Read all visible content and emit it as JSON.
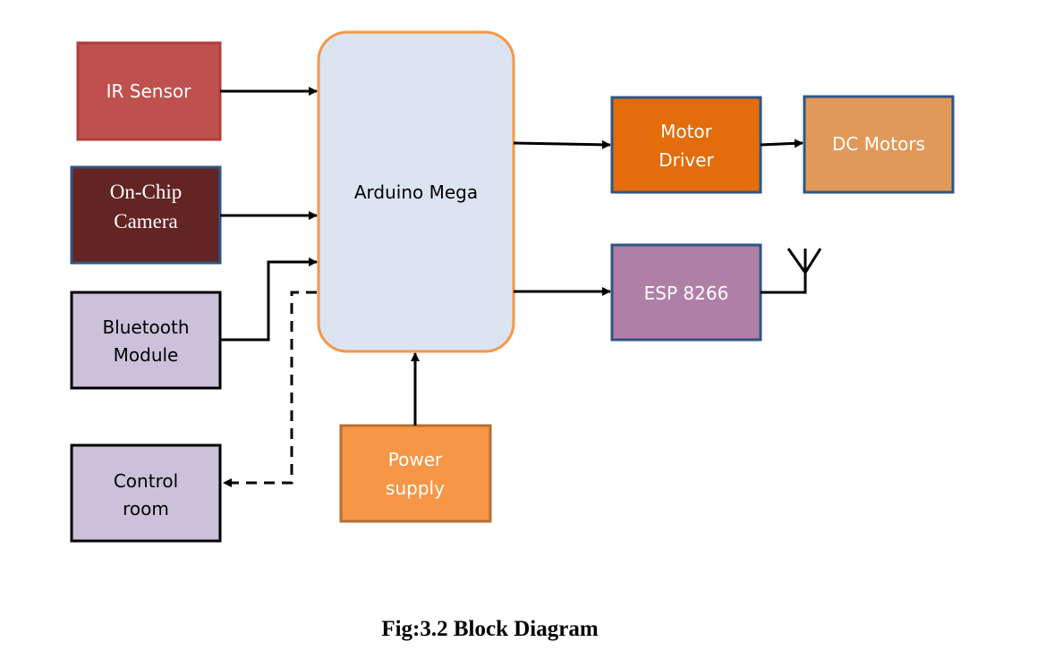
{
  "blocks": {
    "ir_sensor": {
      "label": "IR Sensor",
      "fill": "#c0504d",
      "border": "#b23c3c",
      "text_color": "#ffffff"
    },
    "camera": {
      "line1": "On-Chip",
      "line2": "Camera",
      "fill": "#632523",
      "border": "#2e5683",
      "text_color": "#ffffff"
    },
    "bluetooth": {
      "line1": "Bluetooth",
      "line2": "Module",
      "fill": "#ccc1da",
      "border": "#000000",
      "text_color": "#000000"
    },
    "control_room": {
      "line1": "Control",
      "line2": "room",
      "fill": "#ccc1da",
      "border": "#000000",
      "text_color": "#000000"
    },
    "arduino": {
      "label": "Arduino Mega",
      "fill": "#dbe5f1",
      "border": "#f79646",
      "text_color": "#000000"
    },
    "power": {
      "line1": "Power",
      "line2": "supply",
      "fill": "#f79646",
      "border": "#b66d31",
      "text_color": "#ffffff"
    },
    "motor_driver": {
      "line1": "Motor",
      "line2": "Driver",
      "fill": "#e46c0a",
      "border": "#2e5683",
      "text_color": "#ffffff"
    },
    "dc_motors": {
      "label": "DC Motors",
      "fill": "#e0995a",
      "border": "#2e5683",
      "text_color": "#ffffff"
    },
    "esp": {
      "label": "ESP 8266",
      "fill": "#b07fa8",
      "border": "#2e5683",
      "text_color": "#ffffff"
    }
  },
  "caption": "Fig:3.2 Block Diagram"
}
